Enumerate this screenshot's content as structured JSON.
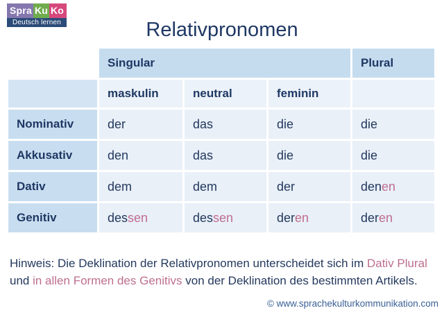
{
  "logo": {
    "part1": "Spra",
    "part2": "Ku",
    "part3": "Ko",
    "subtitle": "Deutsch lernen"
  },
  "title": "Relativpronomen",
  "table": {
    "group_headers": [
      {
        "label": "Singular",
        "span": 3
      },
      {
        "label": "Plural",
        "span": 1
      }
    ],
    "col_headers": [
      "maskulin",
      "neutral",
      "feminin",
      ""
    ],
    "rows": [
      {
        "label": "Nominativ",
        "cells": [
          {
            "stem": "der",
            "suffix": ""
          },
          {
            "stem": "das",
            "suffix": ""
          },
          {
            "stem": "die",
            "suffix": ""
          },
          {
            "stem": "die",
            "suffix": ""
          }
        ]
      },
      {
        "label": "Akkusativ",
        "cells": [
          {
            "stem": "den",
            "suffix": ""
          },
          {
            "stem": "das",
            "suffix": ""
          },
          {
            "stem": "die",
            "suffix": ""
          },
          {
            "stem": "die",
            "suffix": ""
          }
        ]
      },
      {
        "label": "Dativ",
        "cells": [
          {
            "stem": "dem",
            "suffix": ""
          },
          {
            "stem": "dem",
            "suffix": ""
          },
          {
            "stem": "der",
            "suffix": ""
          },
          {
            "stem": "den",
            "suffix": "en"
          }
        ]
      },
      {
        "label": "Genitiv",
        "cells": [
          {
            "stem": "des",
            "suffix": "sen"
          },
          {
            "stem": "des",
            "suffix": "sen"
          },
          {
            "stem": "der",
            "suffix": "en"
          },
          {
            "stem": "der",
            "suffix": "en"
          }
        ]
      }
    ]
  },
  "note": {
    "prefix": "Hinweis: Die Deklination der Relativpronomen unterscheidet sich im ",
    "highlight1": "Dativ Plural",
    "middle": " und ",
    "highlight2": "in allen Formen des Genitivs",
    "suffix": " von der Deklination des bestimmten Artikels."
  },
  "footer": {
    "copyright": "© www.sprachekulturkommunikation.com"
  },
  "colors": {
    "title_navy": "#1F3864",
    "header_blue": "#C5DCEF",
    "row_header_blue": "#C8DEF0",
    "corner_blue": "#D4E4F3",
    "cell_light_blue": "#E9F0F8",
    "highlight_pink": "#C06D8D",
    "footer_blue": "#3A6096",
    "logo_purple": "#8577AE",
    "logo_green": "#6FAC4D",
    "logo_pink": "#D6487C",
    "logo_navy": "#2B4B79"
  }
}
